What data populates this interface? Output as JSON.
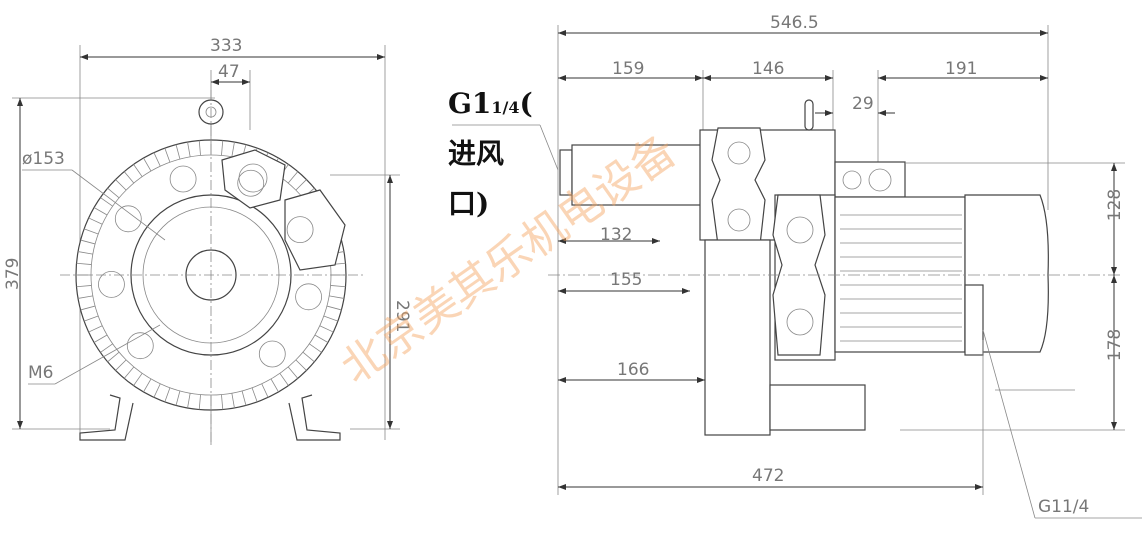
{
  "title": "Side channel blower dimension drawing",
  "front_view": {
    "width": "333",
    "offset": "47",
    "height": "379",
    "center_height": "291",
    "diameter": "ø153",
    "thread": "M6"
  },
  "side_view": {
    "total_length": "546.5",
    "seg1": "159",
    "seg2": "146",
    "seg3": "191",
    "gap": "29",
    "upper_height": "128",
    "lower_height": "178",
    "d132": "132",
    "d155": "155",
    "d166": "166",
    "base_length": "472",
    "outlet_thread": "G11/4"
  },
  "inlet_label": {
    "line1": "G1",
    "fraction": "1/4",
    "paren_open": "(",
    "line2": "进风",
    "line3": "口)"
  },
  "watermark": "北京美其乐机电设备"
}
